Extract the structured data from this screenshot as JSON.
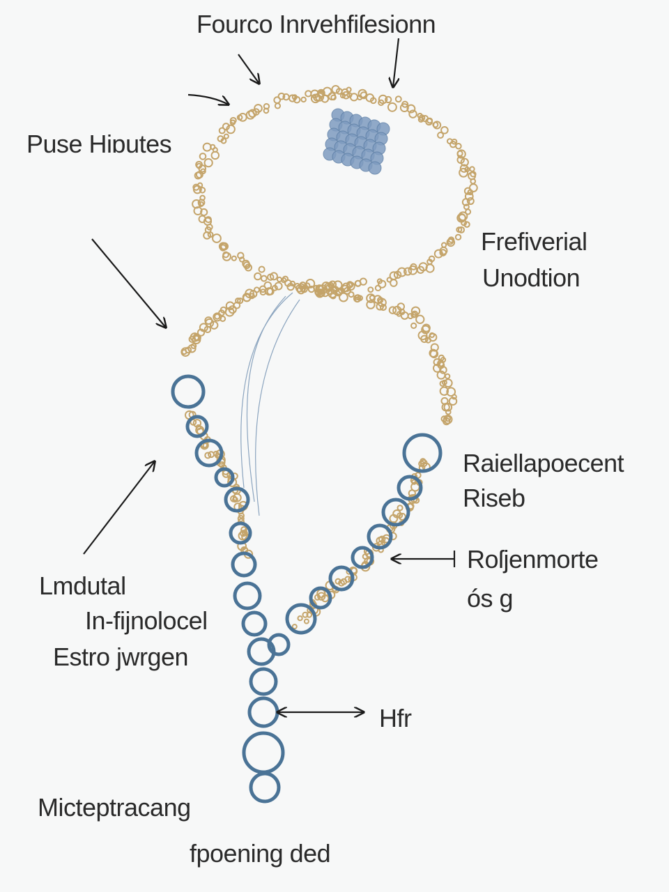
{
  "labels": {
    "top": "Fourco Inrvehfiſesionn",
    "left_top": "Puse Hiɒutes",
    "right_mid_1": "Frefiverial",
    "right_mid_2": "Unodtion",
    "right_lower_1": "Raiellapoecent",
    "right_lower_2": "Riseb",
    "right_arrow_1": "Roſjenmorte",
    "right_arrow_2": "ós g",
    "left_lower_1": "Lmdutal",
    "left_lower_2": "In-fijnolocel",
    "left_lower_3": "Estro jwrgen",
    "hfr": "Hfr",
    "bottom_left": "Micteptracang",
    "bottom": "fpoening ded"
  },
  "colors": {
    "tan": "#c4a46a",
    "blue": "#4a7396",
    "block": "#7f9cc0",
    "arrow": "#1a1a1a"
  }
}
